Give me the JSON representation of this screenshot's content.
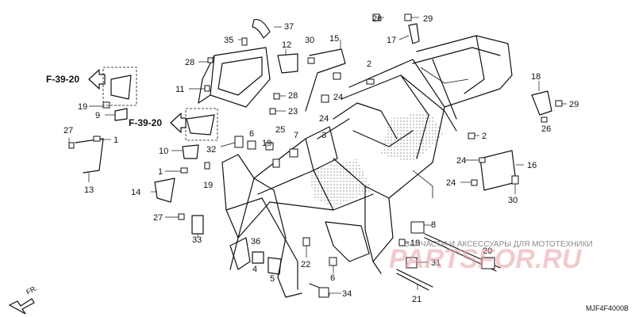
{
  "diagram": {
    "code": "MJF4F4000B",
    "front_marker": "FR.",
    "references": [
      {
        "id": "ref-upper",
        "text": "F-39-20"
      },
      {
        "id": "ref-lower",
        "text": "F-39-20"
      }
    ],
    "labels": [
      {
        "id": "l37",
        "text": "37"
      },
      {
        "id": "l35",
        "text": "35"
      },
      {
        "id": "l12",
        "text": "12"
      },
      {
        "id": "l28a",
        "text": "28"
      },
      {
        "id": "l11",
        "text": "11"
      },
      {
        "id": "l28b",
        "text": "28"
      },
      {
        "id": "l23",
        "text": "23"
      },
      {
        "id": "l19a",
        "text": "19"
      },
      {
        "id": "l9",
        "text": "9"
      },
      {
        "id": "l27a",
        "text": "27"
      },
      {
        "id": "l1a",
        "text": "1"
      },
      {
        "id": "l13",
        "text": "13"
      },
      {
        "id": "l10",
        "text": "10"
      },
      {
        "id": "l32",
        "text": "32"
      },
      {
        "id": "l6a",
        "text": "6"
      },
      {
        "id": "l1b",
        "text": "1"
      },
      {
        "id": "l19b",
        "text": "19"
      },
      {
        "id": "l14",
        "text": "14"
      },
      {
        "id": "l27b",
        "text": "27"
      },
      {
        "id": "l33",
        "text": "33"
      },
      {
        "id": "l36",
        "text": "36"
      },
      {
        "id": "l4",
        "text": "4"
      },
      {
        "id": "l5",
        "text": "5"
      },
      {
        "id": "l25",
        "text": "25"
      },
      {
        "id": "l7",
        "text": "7"
      },
      {
        "id": "l19c",
        "text": "19"
      },
      {
        "id": "l3",
        "text": "3"
      },
      {
        "id": "l30a",
        "text": "30"
      },
      {
        "id": "l15",
        "text": "15"
      },
      {
        "id": "l24a",
        "text": "24"
      },
      {
        "id": "l24b",
        "text": "24"
      },
      {
        "id": "l2a",
        "text": "2"
      },
      {
        "id": "l26a",
        "text": "26"
      },
      {
        "id": "l29a",
        "text": "29"
      },
      {
        "id": "l17",
        "text": "17"
      },
      {
        "id": "l18",
        "text": "18"
      },
      {
        "id": "l29b",
        "text": "29"
      },
      {
        "id": "l26b",
        "text": "26"
      },
      {
        "id": "l2b",
        "text": "2"
      },
      {
        "id": "l24c",
        "text": "24"
      },
      {
        "id": "l16",
        "text": "16"
      },
      {
        "id": "l24d",
        "text": "24"
      },
      {
        "id": "l30b",
        "text": "30"
      },
      {
        "id": "l8",
        "text": "8"
      },
      {
        "id": "l19d",
        "text": "19"
      },
      {
        "id": "l20",
        "text": "20"
      },
      {
        "id": "l31",
        "text": "31"
      },
      {
        "id": "l21",
        "text": "21"
      },
      {
        "id": "l22",
        "text": "22"
      },
      {
        "id": "l6b",
        "text": "6"
      },
      {
        "id": "l34",
        "text": "34"
      }
    ]
  },
  "watermark": {
    "line": "ЗАПЧАСТИ И АКСЕССУАРЫ ДЛЯ МОТОТЕХНИКИ",
    "logo": "PARTSFOR.RU"
  }
}
